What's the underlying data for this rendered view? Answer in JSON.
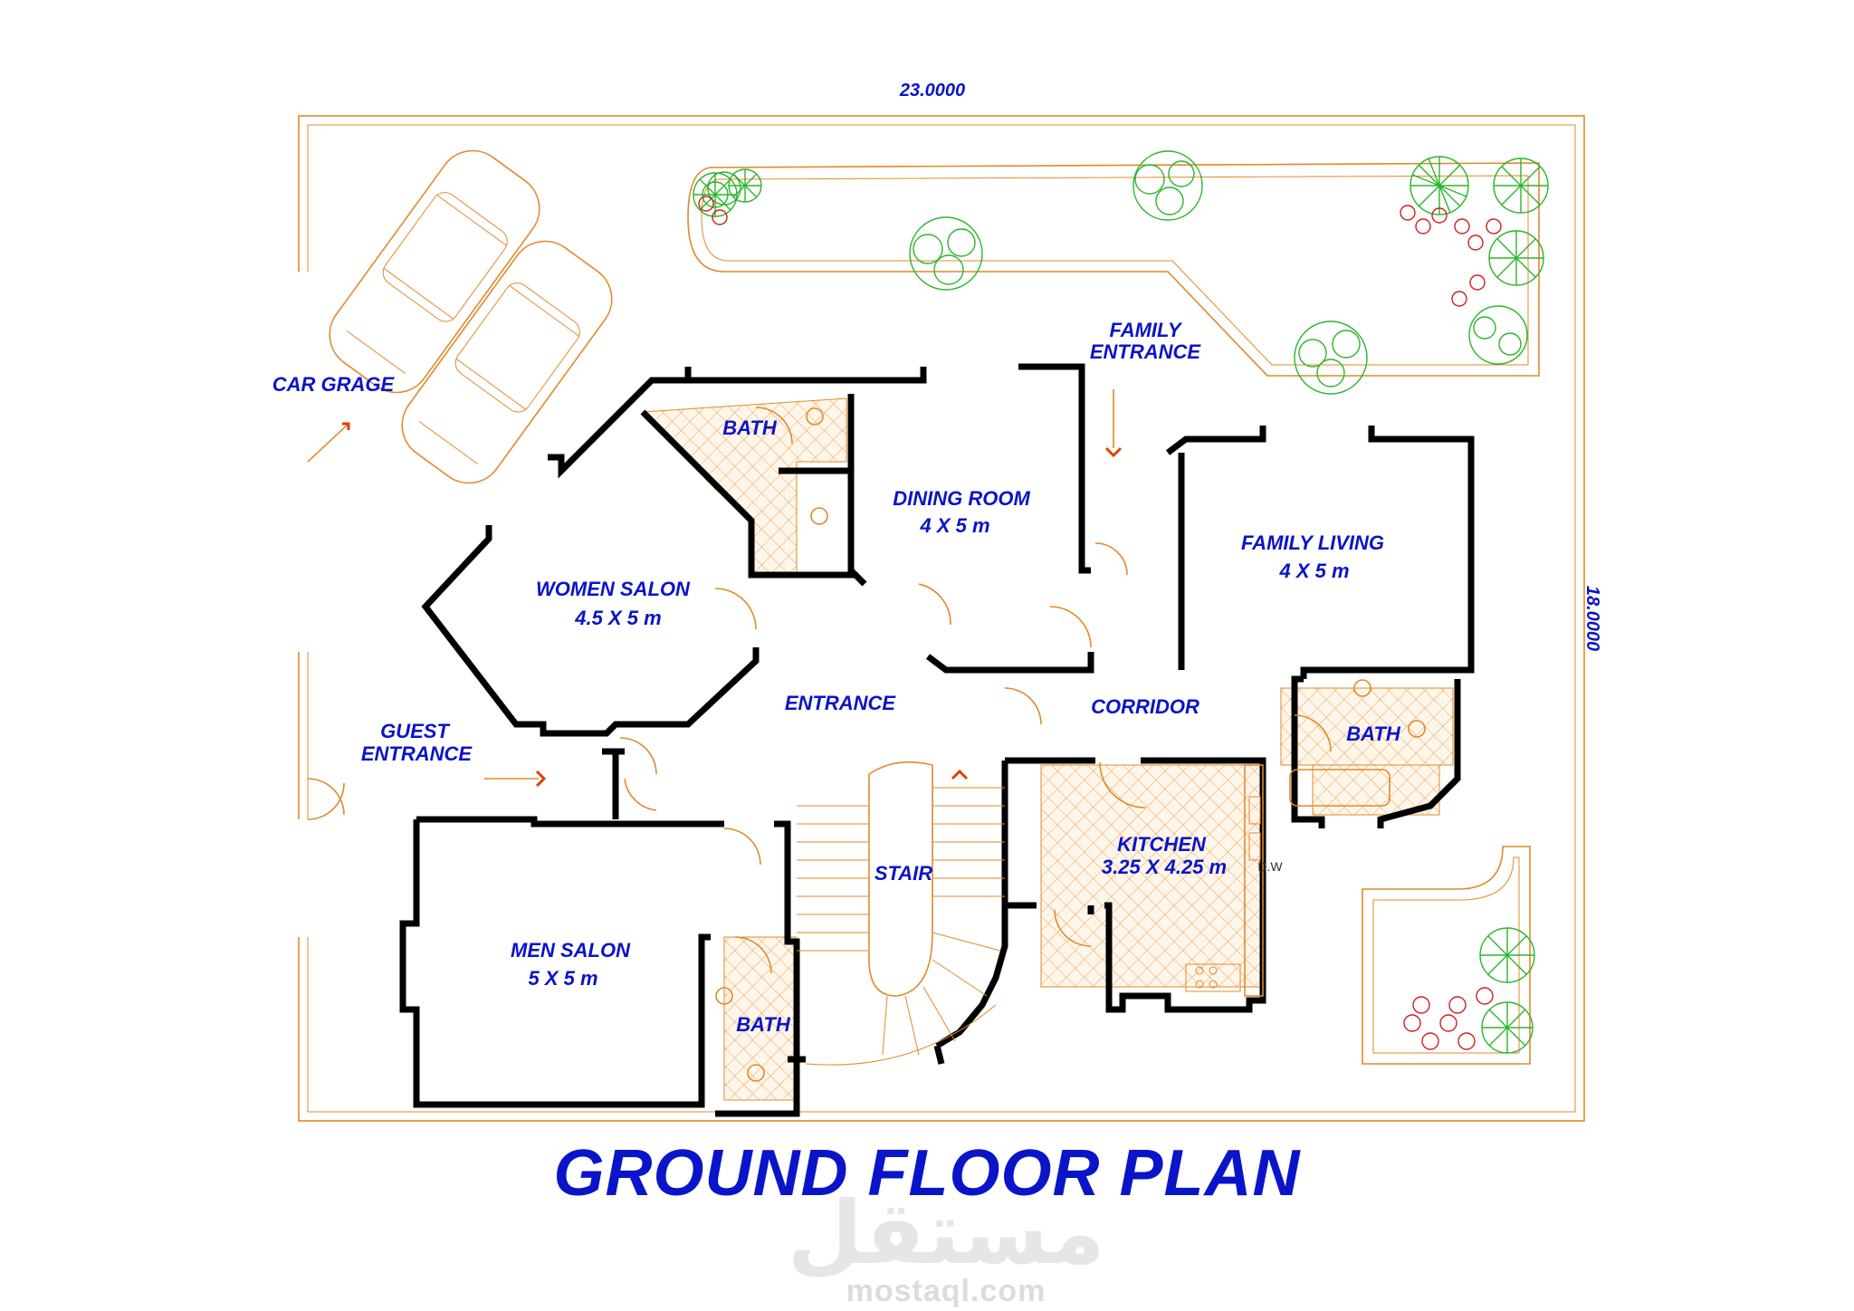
{
  "title": "GROUND FLOOR PLAN",
  "dimensions": {
    "width": "23.0000",
    "depth": "18.0000"
  },
  "rooms": {
    "car_garage": {
      "name": "CAR GRAGE"
    },
    "bath_top": {
      "name": "BATH"
    },
    "dining": {
      "name": "DINING ROOM",
      "size": "4 X 5 m"
    },
    "family_entrance": {
      "line1": "FAMILY",
      "line2": "ENTRANCE"
    },
    "family_living": {
      "name": "FAMILY LIVING",
      "size": "4 X 5 m"
    },
    "women_salon": {
      "name": "WOMEN SALON",
      "size": "4.5 X 5 m"
    },
    "entrance": {
      "name": "ENTRANCE"
    },
    "corridor": {
      "name": "CORRIDOR"
    },
    "bath_right": {
      "name": "BATH"
    },
    "guest_entrance": {
      "line1": "GUEST",
      "line2": "ENTRANCE"
    },
    "kitchen": {
      "name": "KITCHEN",
      "size": "3.25 X 4.25 m",
      "appliance": "D.W"
    },
    "stair": {
      "name": "STAIR"
    },
    "men_salon": {
      "name": "MEN SALON",
      "size": "5 X 5 m"
    },
    "bath_bottom": {
      "name": "BATH"
    }
  },
  "watermark": {
    "logo_text": "مستقل",
    "url": "mostaql.com"
  },
  "colors": {
    "label": "#0a14c8",
    "wall": "#000000",
    "linework": "#e08a2a",
    "planting": "#2bb52b",
    "flowers": "#d02020"
  }
}
